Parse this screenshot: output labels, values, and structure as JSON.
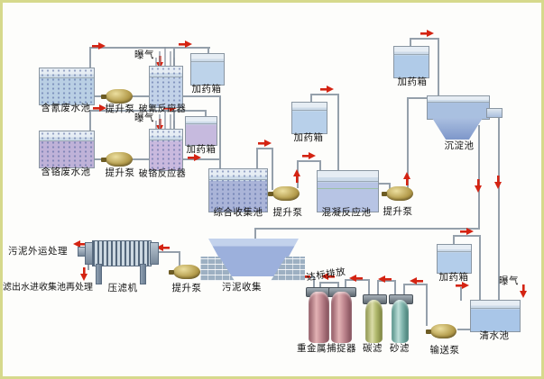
{
  "labels": {
    "tank_cyanide": "含氰废水池",
    "tank_chrome": "含铬废水池",
    "pump_lift_1": "提升泵",
    "pump_lift_2": "提升泵",
    "pump_lift_3": "提升泵",
    "pump_lift_4": "提升泵",
    "pump_lift_5": "提升泵",
    "pump_transfer": "输送泵",
    "reactor_cyanide": "破氰反应器",
    "reactor_chrome": "破铬反应器",
    "aeration_1": "曝气",
    "aeration_2": "曝气",
    "aeration_3": "曝气",
    "dosing_1": "加药箱",
    "dosing_2": "加药箱",
    "dosing_mid": "加药箱",
    "dosing_top_right": "加药箱",
    "dosing_bottom_right": "加药箱",
    "tank_collect": "综合收集池",
    "tank_coag": "混凝反应池",
    "tank_sediment": "沉淀池",
    "tank_clean": "清水池",
    "sludge_collect": "污泥收集",
    "filter_press": "压滤机",
    "sludge_out_note": "污泥外运处理",
    "filtrate_note": "滤出水进收集池再处理",
    "discharge_note": "达标排放",
    "heavy_metal": "重金属捕捉器",
    "carbon_filter": "碳滤",
    "sand_filter": "砂滤"
  },
  "colors": {
    "arrow_red": "#d42312",
    "pipe_gray": "#95a0ab",
    "frame_border": "#d6d98c",
    "water_blue": "#b9cfe4",
    "chrome_purple": "#bfb2d8",
    "column_pink": "#c08890",
    "column_green": "#b3bb70",
    "column_teal": "#84b8b0",
    "pump_brass": "#b49c4c"
  }
}
